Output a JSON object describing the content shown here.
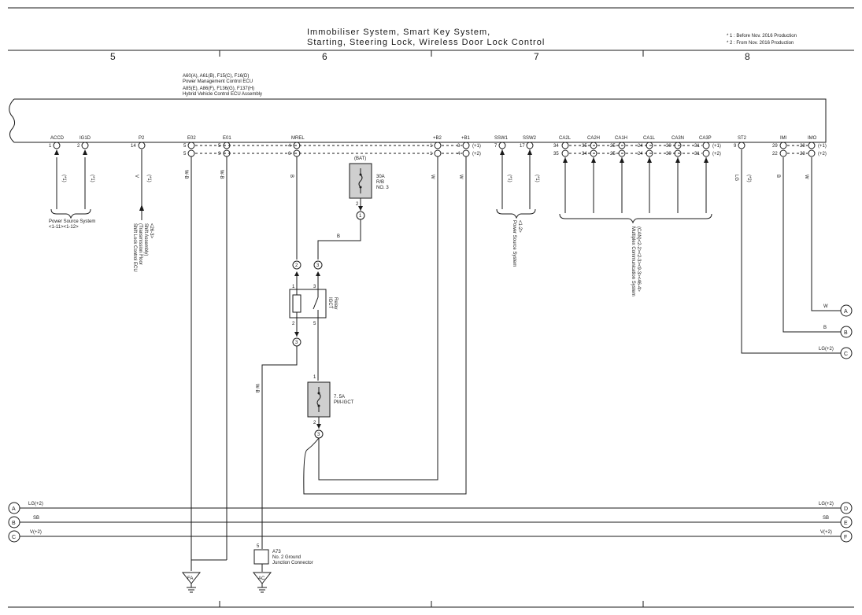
{
  "header": {
    "title_line1": "Immobiliser System, Smart Key System,",
    "title_line2": "Starting, Steering Lock, Wireless Door Lock Control",
    "note1": "* 1 : Before Nov. 2016 Production",
    "note2": "* 2 : From Nov. 2016 Production",
    "grid_numbers": [
      "5",
      "6",
      "7",
      "8"
    ]
  },
  "ecu": {
    "codes_line1": "A60(A), A61(B), F15(C), F16(D)",
    "name1": "Power Management Control ECU",
    "codes_line2": "A85(E), A86(F), F136(G), F137(H)",
    "name2": "Hybrid Vehicle Control ECU Assembly"
  },
  "terminals": {
    "accd": "ACCD",
    "ig1d": "IG1D",
    "p2": "P2",
    "e02": "E02",
    "e01": "E01",
    "mrel": "MREL",
    "b2": "+B2",
    "b1": "+B1",
    "ssw1": "SSW1",
    "ssw2": "SSW2",
    "ca2l": "CA2L",
    "ca2h": "CA2H",
    "ca1h": "CA1H",
    "ca1l": "CA1L",
    "ca3n": "CA3N",
    "ca3p": "CA3P",
    "st2": "ST2",
    "imi": "IMI",
    "imo": "IMO"
  },
  "wire_colors": {
    "v": "V",
    "wb": "W-B",
    "b": "B",
    "w": "W",
    "lg": "LG",
    "b_mid": "B",
    "imo_w": "W",
    "imi_b": "B",
    "st2_lg": "LG(+2)",
    "wb_ground": "W-B"
  },
  "components": {
    "bat": "(BAT)",
    "fuse30_amp": "30A",
    "fuse30_loc": "R/B",
    "fuse30_no": "NO. 3",
    "relay_name": "IGCT",
    "relay_word": "Relay",
    "fuse75_amp": "7. 5A",
    "fuse75_name": "PM-IGCT",
    "junction_pin": "5",
    "junction_code": "A73",
    "junction_name1": "No. 2 Ground",
    "junction_name2": "Junction Connector",
    "ground_fa": "FA",
    "ground_ac": "AC"
  },
  "references": {
    "power_source_1": "Power Source System",
    "power_source_1_pages": "<1-11><1-12>",
    "shift_lock_1": "Shift Lock Control ECU",
    "shift_lock_2": "(Transmission Floor",
    "shift_lock_3": "Shift Assembly)",
    "shift_lock_4": "<26-3>",
    "power_source_2": "Power Source System",
    "power_source_2_pages": "<1-2>",
    "multiplex_1": "Multiplex Communication System",
    "multiplex_2": "(CAN)<2-2><2-3><9-3><46-4>"
  },
  "connectors": {
    "a": "A",
    "b": "B",
    "c": "C",
    "d": "D",
    "e": "E",
    "f": "F"
  },
  "buses": {
    "lg": "LG(+2)",
    "sb": "SB",
    "v": "V(+2)"
  },
  "marks": {
    "star1": "(*1)",
    "star2": "(*2)",
    "plus1": "(+1)",
    "plus2": "(+2)"
  }
}
